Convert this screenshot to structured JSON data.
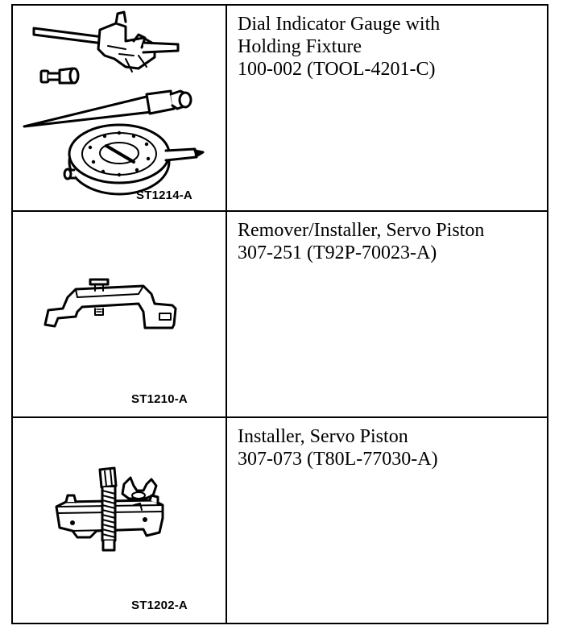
{
  "rows": [
    {
      "code": "ST1214-A",
      "icon": "dial-indicator-gauge-illustration",
      "lines": [
        "Dial Indicator Gauge with",
        "Holding Fixture",
        "100-002 (TOOL-4201-C)"
      ]
    },
    {
      "code": "ST1210-A",
      "icon": "servo-piston-remover-installer-illustration",
      "lines": [
        "Remover/Installer, Servo Piston",
        "307-251 (T92P-70023-A)"
      ]
    },
    {
      "code": "ST1202-A",
      "icon": "servo-piston-installer-illustration",
      "lines": [
        "Installer, Servo Piston",
        "307-073 (T80L-77030-A)"
      ]
    }
  ]
}
